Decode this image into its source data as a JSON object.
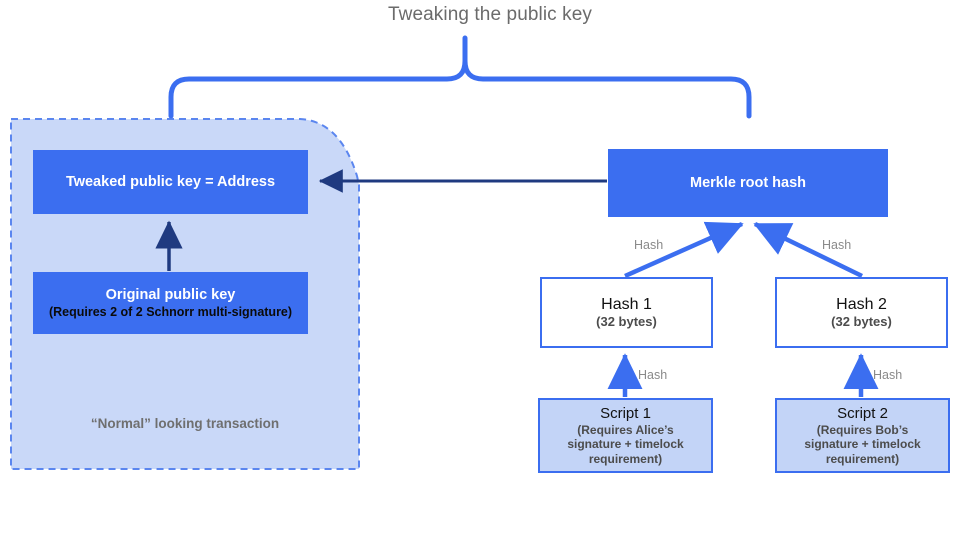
{
  "title": "Tweaking the public key",
  "colors": {
    "blue_solid": "#3b6ef0",
    "blue_light_fill": "#c3d4f7",
    "navy_arrow": "#1f3a80",
    "title_gray": "#6b6b6b",
    "label_gray": "#8a8a8a"
  },
  "transaction_panel": {
    "name": "normal-looking-transaction-panel",
    "caption": "“Normal” looking transaction",
    "tweaked_key_box": {
      "line1": "Tweaked public key = Address"
    },
    "original_key_box": {
      "line1": "Original public key",
      "line2": "(Requires 2 of 2 Schnorr multi-signature)"
    }
  },
  "merkle_tree": {
    "root_box": {
      "line1": "Merkle root hash"
    },
    "hash_nodes": [
      {
        "line1": "Hash 1",
        "line2": "(32 bytes)"
      },
      {
        "line1": "Hash 2",
        "line2": "(32 bytes)"
      }
    ],
    "script_nodes": [
      {
        "line1": "Script 1",
        "line2": "(Requires Alice’s signature + timelock requirement)"
      },
      {
        "line1": "Script 2",
        "line2": "(Requires Bob’s signature + timelock requirement)"
      }
    ],
    "script_lines": [
      [
        "(Requires Alice’s",
        "signature + timelock",
        "requirement)"
      ],
      [
        "(Requires Bob’s",
        "signature + timelock",
        "requirement)"
      ]
    ],
    "edge_labels": {
      "hash1_to_root": "Hash",
      "hash2_to_root": "Hash",
      "script1_to_hash1": "Hash",
      "script2_to_hash2": "Hash"
    }
  }
}
